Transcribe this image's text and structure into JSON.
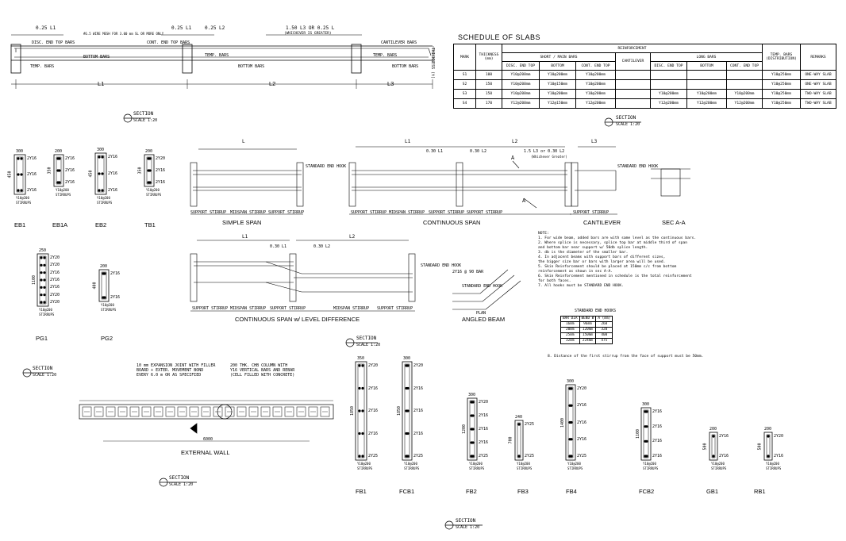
{
  "top_detail": {
    "dims": [
      "0.25 L1",
      "0.25 L1",
      "0.25 L2",
      "1.50 L3 OR 0.25 L",
      "(WHICHEVER IS GREATER)"
    ],
    "notes": [
      "DISC. END TOP BARS",
      "#6.5 WIRE MESH FOR 3.00 mm SL OR MORE ONLY",
      "BOTTOM BARS",
      "CONT. END TOP BARS",
      "CANTILEVER BARS",
      "TEMP. BARS",
      "TEMP. BARS",
      "BOTTOM BARS",
      "TEMP. BARS",
      "BOTTOM BARS",
      "THICKNESS (t)"
    ],
    "spans": [
      "L1",
      "L2",
      "L3"
    ]
  },
  "section_marks": [
    "SECTION",
    "SCALE 1:20"
  ],
  "schedule": {
    "title": "SCHEDULE OF SLABS",
    "h_mark": "MARK",
    "h_thk": "THICKNESS",
    "h_thk_unit": "(mm)",
    "h_reinf": "REINFORCEMENT",
    "h_short": "SHORT / MAIN BARS",
    "h_long": "LONG BARS",
    "h_temp": "TEMP. BARS",
    "h_temp2": "(DISTRIBUTION)",
    "h_remarks": "REMARKS",
    "sub": [
      "DISC. END TOP",
      "BOTTOM",
      "CONT. END TOP",
      "CANTILEVER",
      "DISC. END TOP",
      "BOTTOM",
      "CONT. END TOP"
    ],
    "rows": [
      [
        "S1",
        "100",
        "Y10@200mm",
        "Y10@200mm",
        "Y10@200mm",
        "",
        "",
        "",
        "",
        "Y10@250mm",
        "ONE-WAY SLAB"
      ],
      [
        "S2",
        "150",
        "Y10@200mm",
        "Y10@150mm",
        "Y10@200mm",
        "",
        "",
        "",
        "",
        "Y10@250mm",
        "ONE-WAY SLAB"
      ],
      [
        "S3",
        "150",
        "Y10@200mm",
        "Y10@200mm",
        "Y10@200mm",
        "",
        "Y10@200mm",
        "Y10@200mm",
        "Y10@200mm",
        "Y10@250mm",
        "TWO-WAY SLAB"
      ],
      [
        "S4",
        "170",
        "Y12@200mm",
        "Y12@150mm",
        "Y12@200mm",
        "",
        "Y12@200mm",
        "Y12@200mm",
        "Y12@200mm",
        "Y10@250mm",
        "TWO-WAY SLAB"
      ]
    ]
  },
  "beam_sections_row1": [
    {
      "name": "EB1",
      "w": "300",
      "h": "450",
      "top": "2Y16",
      "mid": "2Y16",
      "bot": "2Y16",
      "stir": "Y10@200 STIRRUPS"
    },
    {
      "name": "EB1A",
      "w": "200",
      "h": "350",
      "top": "2Y16",
      "mid": "2Y16",
      "bot": "2Y16",
      "stir": "Y10@200 STIRRUPS"
    },
    {
      "name": "EB2",
      "w": "300",
      "h": "450",
      "top": "2Y16",
      "mid": "2Y16",
      "bot": "2Y16",
      "stir": "Y10@200 STIRRUPS"
    },
    {
      "name": "TB1",
      "w": "200",
      "h": "350",
      "top": "2Y20",
      "mid": "2Y16",
      "bot": "2Y16",
      "stir": "Y10@200 STIRRUPS"
    }
  ],
  "simple_span": {
    "title": "SIMPLE SPAN",
    "L": "L",
    "stir": [
      "SUPPORT STIRRUP",
      "MIDSPAN STIRRUP",
      "SUPPORT STIRRUP"
    ],
    "end": "STANDARD END HOOK"
  },
  "continuous_span": {
    "title": "CONTINUOUS SPAN",
    "labels": [
      "L1",
      "L2",
      "L3",
      "0.30 L1",
      "0.30 L2",
      "1.5 L3 or 0.30 L2",
      "(Whichever Greater)",
      "SUPPORT STIRRUP",
      "MIDSPAN STIRRUP",
      "SUPPORT STIRRUP",
      "SUPPORT STIRRUP",
      "A",
      "A"
    ]
  },
  "cantilever": {
    "title": "CANTILEVER",
    "end": "STANDARD END HOOK",
    "stir": "SUPPORT STIRRUP"
  },
  "sec_aa": {
    "title": "SEC A-A"
  },
  "beam_sections_row2": [
    {
      "name": "PG1",
      "w": "250",
      "h": "1100",
      "bars": [
        "2Y20",
        "2Y20",
        "2Y16",
        "2Y16",
        "2Y16",
        "2Y20",
        "2Y20"
      ],
      "stir": "Y10@200 STIRRUPS"
    },
    {
      "name": "PG2",
      "w": "200",
      "h": "400",
      "bars": [
        "2Y16",
        "2Y16"
      ],
      "stir": "Y10@200 STIRRUPS"
    }
  ],
  "level_diff": {
    "title": "CONTINUOUS SPAN w/ LEVEL DIFFERENCE",
    "labels": [
      "L1",
      "L2",
      "0.30 L1",
      "0.30 L2",
      "SUPPORT STIRRUP",
      "MIDSPAN STIRRUP",
      "SUPPORT STIRRUP",
      "MIDSPAN STIRRUP",
      "SUPPORT STIRRUP",
      "STANDARD END HOOK"
    ]
  },
  "angled_beam": {
    "title": "ANGLED BEAM",
    "labels": [
      "2Y16 @ 90 BAR",
      "STANDARD END HOOK",
      "PLAN"
    ]
  },
  "notes": {
    "title": "NOTE:",
    "items": [
      "1. For wide beam, added bars are with same level as the continuous bars.",
      "2. Where splice is necessary, splice top bar at middle third of span",
      "   and bottom bar near support w/ 50db splice length.",
      "3. db is the diameter of the smaller bar.",
      "4. In adjacent beams with support bars of different sizes,",
      "   the bigger size bar or bars with larger area will be used.",
      "5. Skin Reinforcement should be placed at 150mm c/c from bottom",
      "   reinforcement as shown in sec A-A.",
      "6. Skin Reinforcement mentioned in schedule is the total reinforcement",
      "   for both faces.",
      "7. All hooks must be STANDARD END HOOK."
    ],
    "hook_title": "STANDARD END HOOKS",
    "hook_head": [
      "BAR DIA",
      "BEND Ø",
      "A (mm)"
    ],
    "hook_rows": [
      [
        "16mm",
        "96mm",
        "260"
      ],
      [
        "20mm",
        "120mm",
        "320"
      ],
      [
        "25mm",
        "150mm",
        "400"
      ],
      [
        "32mm",
        "224mm",
        "475"
      ]
    ],
    "last": "8. Distance of the first stirrup from the face of support must be 50mm."
  },
  "wall": {
    "title": "EXTERNAL WALL",
    "note1": [
      "10 mm EXPANSION JOINT WITH FILLER",
      "BOARD + EXTER. MOVEMENT BOND",
      "EVERY 6.0 m OR AS SPECIFIED"
    ],
    "note2": [
      "200 THK. CHB COLUMN WITH",
      "Y16 VERTICAL BARS AND REBAR",
      "(CELL FILLED WITH CONCRETE)"
    ],
    "dim": "6000"
  },
  "beam_sections_row3": [
    {
      "name": "FB1",
      "w": "350",
      "h": "1850",
      "bars": [
        "2Y20",
        "2Y16",
        "2Y16",
        "2Y16",
        "2Y25"
      ],
      "stir": "Y10@200 STIRRUPS"
    },
    {
      "name": "FCB1",
      "w": "300",
      "h": "1850",
      "bars": [
        "2Y20",
        "2Y16",
        "2Y16",
        "2Y16",
        "2Y25"
      ],
      "stir": "Y10@200 STIRRUPS"
    },
    {
      "name": "FB2",
      "w": "300",
      "h": "1200",
      "bars": [
        "2Y20",
        "2Y16",
        "2Y16",
        "2Y16",
        "2Y25"
      ],
      "stir": "Y10@200 STIRRUPS"
    },
    {
      "name": "FB3",
      "w": "240",
      "h": "700",
      "bars": [
        "2Y25",
        "2Y25"
      ],
      "stir": "Y10@200 STIRRUPS"
    },
    {
      "name": "FB4",
      "w": "300",
      "h": "1400",
      "bars": [
        "2Y20",
        "2Y16",
        "2Y16",
        "2Y16",
        "2Y25"
      ],
      "stir": "Y10@200 STIRRUPS"
    },
    {
      "name": "FCB2",
      "w": "300",
      "h": "1100",
      "bars": [
        "2Y16",
        "2Y16",
        "2Y16",
        "2Y16"
      ],
      "stir": "Y10@200 STIRRUPS"
    },
    {
      "name": "GB1",
      "w": "200",
      "h": "500",
      "bars": [
        "2Y16",
        "2Y16"
      ],
      "stir": "Y10@200 STIRRUPS"
    },
    {
      "name": "RB1",
      "w": "200",
      "h": "500",
      "bars": [
        "2Y20",
        "2Y16"
      ],
      "stir": "Y10@200 STIRRUPS"
    }
  ]
}
